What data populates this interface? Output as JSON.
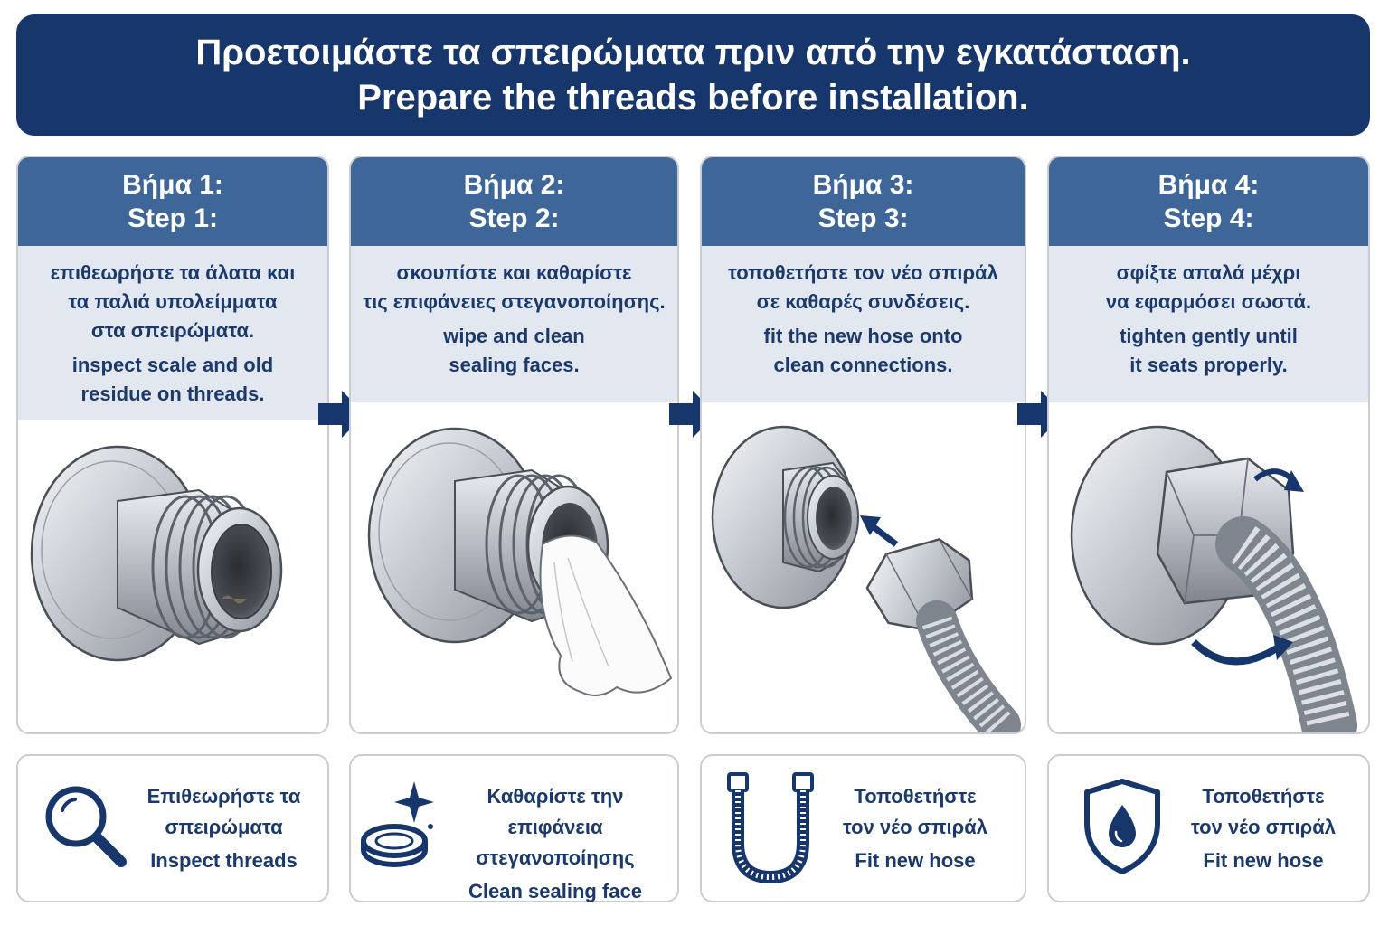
{
  "header": {
    "title_el": "Προετοιμάστε τα σπειρώματα πριν από την εγκατάσταση.",
    "title_en": "Prepare the threads before installation."
  },
  "steps": [
    {
      "label_el": "Βήμα 1:",
      "label_en": "Step 1:",
      "desc_el": [
        "επιθεωρήστε τα άλατα και",
        "τα παλιά υπολείμματα",
        "στα σπειρώματα."
      ],
      "desc_en": [
        "inspect scale and old",
        "residue on threads."
      ]
    },
    {
      "label_el": "Βήμα 2:",
      "label_en": "Step 2:",
      "desc_el": [
        "σκουπίστε και καθαρίστε",
        "τις επιφάνειες στεγανοποίησης."
      ],
      "desc_en": [
        "wipe and clean",
        "sealing faces."
      ]
    },
    {
      "label_el": "Βήμα 3:",
      "label_en": "Step 3:",
      "desc_el": [
        "τοποθετήστε τον νέο σπιράλ",
        "σε καθαρές συνδέσεις."
      ],
      "desc_en": [
        "fit the new hose onto",
        "clean connections."
      ]
    },
    {
      "label_el": "Βήμα 4:",
      "label_en": "Step 4:",
      "desc_el": [
        "σφίξτε απαλά μέχρι",
        "να εφαρμόσει σωστά."
      ],
      "desc_en": [
        "tighten gently until",
        "it seats properly."
      ]
    }
  ],
  "summary": [
    {
      "icon": "magnifier-icon",
      "text_el": [
        "Επιθεωρήστε τα",
        "σπειρώματα"
      ],
      "text_en": "Inspect threads"
    },
    {
      "icon": "sparkle-ring-icon",
      "text_el": [
        "Καθαρίστε την",
        "επιφάνεια στεγανοποίησης"
      ],
      "text_en": "Clean sealing face"
    },
    {
      "icon": "hose-icon",
      "text_el": [
        "Τοποθετήστε",
        "τον νέο σπιράλ"
      ],
      "text_en": "Fit new hose"
    },
    {
      "icon": "shield-drop-icon",
      "text_el": [
        "Τοποθετήστε",
        "τον νέο σπιράλ"
      ],
      "text_en": "Fit new hose"
    }
  ],
  "colors": {
    "navy": "#17366b",
    "step_header": "#3e6698",
    "desc_bg": "#e3e8f0",
    "text": "#1b3a6b"
  }
}
